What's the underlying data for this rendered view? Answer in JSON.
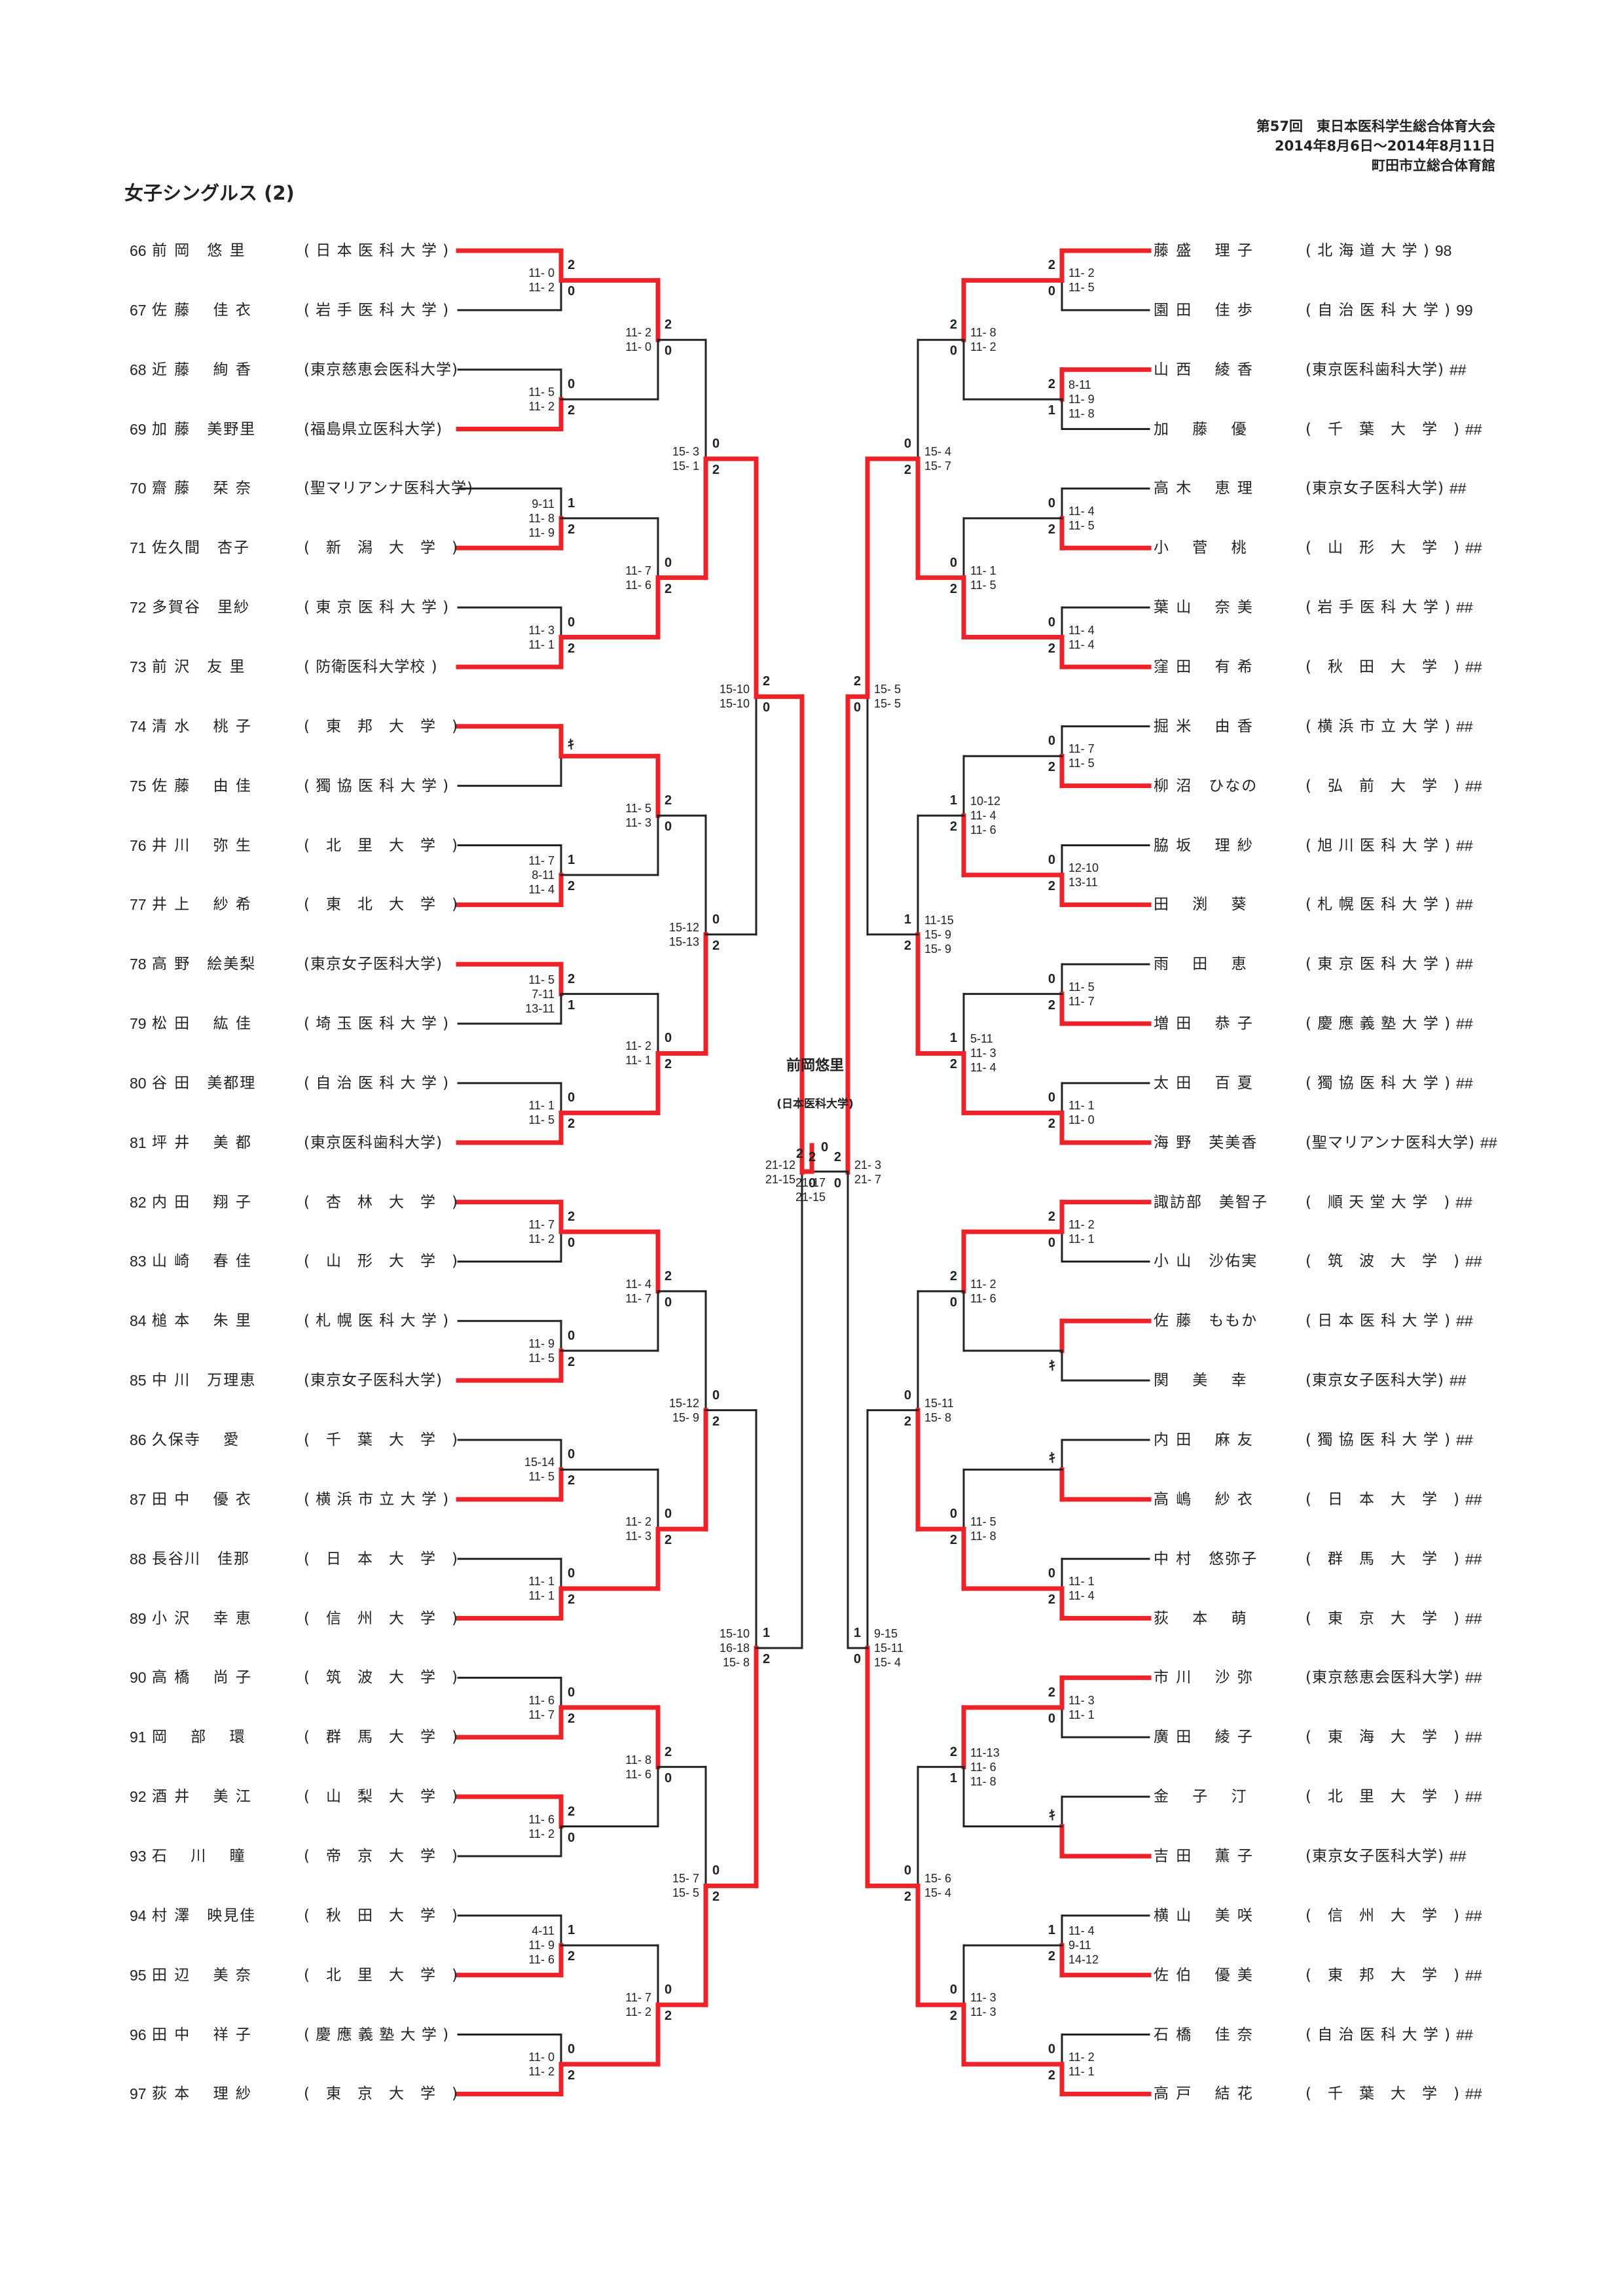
{
  "header": {
    "event": "第57回　東日本医科学生総合体育大会",
    "dates": "2014年8月6日～2014年8月11日",
    "venue": "町田市立総合体育館"
  },
  "title": "女子シングルス (2)",
  "champion": {
    "name": "前岡悠里",
    "school": "(日本医科大学)"
  },
  "colors": {
    "winner_line": "#ee2229",
    "loser_line": "#222222"
  },
  "left_players": [
    {
      "num": "66",
      "name": "前 岡　悠 里",
      "school": "( 日 本 医 科 大 学 )"
    },
    {
      "num": "67",
      "name": "佐 藤　 佳 衣",
      "school": "( 岩 手 医 科 大 学 )"
    },
    {
      "num": "68",
      "name": "近 藤　 絢 香",
      "school": "(東京慈恵会医科大学)"
    },
    {
      "num": "69",
      "name": "加 藤　美野里",
      "school": "(福島県立医科大学)"
    },
    {
      "num": "70",
      "name": "齋 藤　 栞 奈",
      "school": "(聖マリアンナ医科大学)"
    },
    {
      "num": "71",
      "name": "佐久間　杏子",
      "school": "(　新　潟　大　学　)"
    },
    {
      "num": "72",
      "name": "多賀谷　里紗",
      "school": "( 東 京 医 科 大 学 )"
    },
    {
      "num": "73",
      "name": "前 沢　友 里",
      "school": "( 防衛医科大学校 )"
    },
    {
      "num": "74",
      "name": "清 水　 桃 子",
      "school": "(　東　邦　大　学　)"
    },
    {
      "num": "75",
      "name": "佐 藤　 由 佳",
      "school": "( 獨 協 医 科 大 学 )"
    },
    {
      "num": "76",
      "name": "井 川　 弥 生",
      "school": "(　北　里　大　学　)"
    },
    {
      "num": "77",
      "name": "井 上　 紗 希",
      "school": "(　東　北　大　学　)"
    },
    {
      "num": "78",
      "name": "高 野　絵美梨",
      "school": "(東京女子医科大学)"
    },
    {
      "num": "79",
      "name": "松 田　 紘 佳",
      "school": "( 埼 玉 医 科 大 学 )"
    },
    {
      "num": "80",
      "name": "谷 田　美都理",
      "school": "( 自 治 医 科 大 学 )"
    },
    {
      "num": "81",
      "name": "坪 井　 美 都",
      "school": "(東京医科歯科大学)"
    },
    {
      "num": "82",
      "name": "内 田　 翔 子",
      "school": "(　杏　林　大　学　)"
    },
    {
      "num": "83",
      "name": "山 崎　 春 佳",
      "school": "(　山　形　大　学　)"
    },
    {
      "num": "84",
      "name": "槌 本　 朱 里",
      "school": "( 札 幌 医 科 大 学 )"
    },
    {
      "num": "85",
      "name": "中 川　万理恵",
      "school": "(東京女子医科大学)"
    },
    {
      "num": "86",
      "name": "久保寺　 愛",
      "school": "(　千　葉　大　学　)"
    },
    {
      "num": "87",
      "name": "田 中　 優 衣",
      "school": "( 横 浜 市 立 大 学 )"
    },
    {
      "num": "88",
      "name": "長谷川　佳那",
      "school": "(　日　本　大　学　)"
    },
    {
      "num": "89",
      "name": "小 沢　 幸 恵",
      "school": "(　信　州　大　学　)"
    },
    {
      "num": "90",
      "name": "高 橋　 尚 子",
      "school": "(　筑　波　大　学　)"
    },
    {
      "num": "91",
      "name": "岡　 部　 環",
      "school": "(　群　馬　大　学　)"
    },
    {
      "num": "92",
      "name": "酒 井　 美 江",
      "school": "(　山　梨　大　学　)"
    },
    {
      "num": "93",
      "name": "石　 川　 瞳",
      "school": "(　帝　京　大　学　)"
    },
    {
      "num": "94",
      "name": "村 澤　映見佳",
      "school": "(　秋　田　大　学　)"
    },
    {
      "num": "95",
      "name": "田 辺　 美 奈",
      "school": "(　北　里　大　学　)"
    },
    {
      "num": "96",
      "name": "田 中　 祥 子",
      "school": "( 慶 應 義 塾 大 学 )"
    },
    {
      "num": "97",
      "name": "荻 本　 理 紗",
      "school": "(　東　京　大　学　)"
    }
  ],
  "right_players": [
    {
      "num": "98",
      "name": "藤 盛　 理 子",
      "school": "( 北 海 道 大 学 )"
    },
    {
      "num": "99",
      "name": "園 田　 佳 歩",
      "school": "( 自 治 医 科 大 学 )"
    },
    {
      "num": "##",
      "name": "山 西　 綾 香",
      "school": "(東京医科歯科大学)"
    },
    {
      "num": "##",
      "name": "加　 藤　 優",
      "school": "(　千　葉　大　学　)"
    },
    {
      "num": "##",
      "name": "高 木　 恵 理",
      "school": "(東京女子医科大学)"
    },
    {
      "num": "##",
      "name": "小　 菅　 桃",
      "school": "(　山　形　大　学　)"
    },
    {
      "num": "##",
      "name": "葉 山　 奈 美",
      "school": "( 岩 手 医 科 大 学 )"
    },
    {
      "num": "##",
      "name": "窪 田　 有 希",
      "school": "(　秋　田　大　学　)"
    },
    {
      "num": "##",
      "name": "掘 米　 由 香",
      "school": "( 横 浜 市 立 大 学 )"
    },
    {
      "num": "##",
      "name": "柳 沼　ひなの",
      "school": "(　弘　前　大　学　)"
    },
    {
      "num": "##",
      "name": "脇 坂　 理 紗",
      "school": "( 旭 川 医 科 大 学 )"
    },
    {
      "num": "##",
      "name": "田　 渕　 葵",
      "school": "( 札 幌 医 科 大 学 )"
    },
    {
      "num": "##",
      "name": "雨　 田　 恵",
      "school": "( 東 京 医 科 大 学 )"
    },
    {
      "num": "##",
      "name": "増 田　 恭 子",
      "school": "( 慶 應 義 塾 大 学 )"
    },
    {
      "num": "##",
      "name": "太 田　 百 夏",
      "school": "( 獨 協 医 科 大 学 )"
    },
    {
      "num": "##",
      "name": "海 野　芙美香",
      "school": "(聖マリアンナ医科大学)"
    },
    {
      "num": "##",
      "name": "諏訪部　美智子",
      "school": "(　順 天 堂 大 学　)"
    },
    {
      "num": "##",
      "name": "小 山　沙佑実",
      "school": "(　筑　波　大　学　)"
    },
    {
      "num": "##",
      "name": "佐 藤　ももか",
      "school": "( 日 本 医 科 大 学 )"
    },
    {
      "num": "##",
      "name": "関　 美　 幸",
      "school": "(東京女子医科大学)"
    },
    {
      "num": "##",
      "name": "内 田　 麻 友",
      "school": "( 獨 協 医 科 大 学 )"
    },
    {
      "num": "##",
      "name": "高 嶋　 紗 衣",
      "school": "(　日　本　大　学　)"
    },
    {
      "num": "##",
      "name": "中 村　悠弥子",
      "school": "(　群　馬　大　学　)"
    },
    {
      "num": "##",
      "name": "荻　 本　 萌",
      "school": "(　東　京　大　学　)"
    },
    {
      "num": "##",
      "name": "市 川　 沙 弥",
      "school": "(東京慈恵会医科大学)"
    },
    {
      "num": "##",
      "name": "廣 田　 綾 子",
      "school": "(　東　海　大　学　)"
    },
    {
      "num": "##",
      "name": "金　 子　 汀",
      "school": "(　北　里　大　学　)"
    },
    {
      "num": "##",
      "name": "吉 田　 薫 子",
      "school": "(東京女子医科大学)"
    },
    {
      "num": "##",
      "name": "横 山　 美 咲",
      "school": "(　信　州　大　学　)"
    },
    {
      "num": "##",
      "name": "佐 伯　 優 美",
      "school": "(　東　邦　大　学　)"
    },
    {
      "num": "##",
      "name": "石 橋　 佳 奈",
      "school": "( 自 治 医 科 大 学 )"
    },
    {
      "num": "##",
      "name": "高 戸　 結 花",
      "school": "(　千　葉　大　学　)"
    }
  ],
  "left_rounds": [
    [
      {
        "w": 0,
        "gs": [
          "2",
          "0"
        ],
        "scores": [
          "11- 0",
          "11- 2"
        ]
      },
      {
        "w": 1,
        "gs": [
          "0",
          "2"
        ],
        "scores": [
          "11- 5",
          "11- 2"
        ]
      },
      {
        "w": 1,
        "gs": [
          "1",
          "2"
        ],
        "scores": [
          "9-11",
          "11- 8",
          "11- 9"
        ]
      },
      {
        "w": 1,
        "gs": [
          "0",
          "2"
        ],
        "scores": [
          "11- 3",
          "11- 1"
        ]
      },
      {
        "w": 0,
        "gs": [
          "ｷ",
          ""
        ],
        "scores": []
      },
      {
        "w": 1,
        "gs": [
          "1",
          "2"
        ],
        "scores": [
          "11- 7",
          "8-11",
          "11- 4"
        ]
      },
      {
        "w": 0,
        "gs": [
          "2",
          "1"
        ],
        "scores": [
          "11- 5",
          "7-11",
          "13-11"
        ]
      },
      {
        "w": 1,
        "gs": [
          "0",
          "2"
        ],
        "scores": [
          "11- 1",
          "11- 5"
        ]
      },
      {
        "w": 0,
        "gs": [
          "2",
          "0"
        ],
        "scores": [
          "11- 7",
          "11- 2"
        ]
      },
      {
        "w": 1,
        "gs": [
          "0",
          "2"
        ],
        "scores": [
          "11- 9",
          "11- 5"
        ]
      },
      {
        "w": 1,
        "gs": [
          "0",
          "2"
        ],
        "scores": [
          "15-14",
          "11- 5"
        ]
      },
      {
        "w": 1,
        "gs": [
          "0",
          "2"
        ],
        "scores": [
          "11- 1",
          "11- 1"
        ]
      },
      {
        "w": 1,
        "gs": [
          "0",
          "2"
        ],
        "scores": [
          "11- 6",
          "11- 7"
        ]
      },
      {
        "w": 0,
        "gs": [
          "2",
          "0"
        ],
        "scores": [
          "11- 6",
          "11- 2"
        ]
      },
      {
        "w": 1,
        "gs": [
          "1",
          "2"
        ],
        "scores": [
          "4-11",
          "11- 9",
          "11- 6"
        ]
      },
      {
        "w": 1,
        "gs": [
          "0",
          "2"
        ],
        "scores": [
          "11- 0",
          "11- 2"
        ]
      }
    ],
    [
      {
        "w": 0,
        "gs": [
          "2",
          "0"
        ],
        "scores": [
          "11- 2",
          "11- 0"
        ]
      },
      {
        "w": 1,
        "gs": [
          "0",
          "2"
        ],
        "scores": [
          "11- 7",
          "11- 6"
        ]
      },
      {
        "w": 0,
        "gs": [
          "2",
          "0"
        ],
        "scores": [
          "11- 5",
          "11- 3"
        ]
      },
      {
        "w": 1,
        "gs": [
          "0",
          "2"
        ],
        "scores": [
          "11- 2",
          "11- 1"
        ]
      },
      {
        "w": 0,
        "gs": [
          "2",
          "0"
        ],
        "scores": [
          "11- 4",
          "11- 7"
        ]
      },
      {
        "w": 1,
        "gs": [
          "0",
          "2"
        ],
        "scores": [
          "11- 2",
          "11- 3"
        ]
      },
      {
        "w": 0,
        "gs": [
          "2",
          "0"
        ],
        "scores": [
          "11- 8",
          "11- 6"
        ]
      },
      {
        "w": 1,
        "gs": [
          "0",
          "2"
        ],
        "scores": [
          "11- 7",
          "11- 2"
        ]
      }
    ],
    [
      {
        "w": 1,
        "gs": [
          "0",
          "2"
        ],
        "scores": [
          "15- 3",
          "15- 1"
        ]
      },
      {
        "w": 1,
        "gs": [
          "0",
          "2"
        ],
        "scores": [
          "15-12",
          "15-13"
        ]
      },
      {
        "w": 1,
        "gs": [
          "0",
          "2"
        ],
        "scores": [
          "15-12",
          "15- 9"
        ]
      },
      {
        "w": 1,
        "gs": [
          "0",
          "2"
        ],
        "scores": [
          "15- 7",
          "15- 5"
        ]
      }
    ],
    [
      {
        "w": 0,
        "gs": [
          "2",
          "0"
        ],
        "scores": [
          "15-10",
          "15-10"
        ]
      },
      {
        "w": 1,
        "gs": [
          "1",
          "2"
        ],
        "scores": [
          "15-10",
          "16-18",
          "15- 8"
        ]
      }
    ],
    [
      {
        "w": 0,
        "gs": [
          "2",
          "0"
        ],
        "scores": [
          "21-12",
          "21-15"
        ]
      }
    ]
  ],
  "right_rounds": [
    [
      {
        "w": 0,
        "gs": [
          "2",
          "0"
        ],
        "scores": [
          "11- 2",
          "11- 5"
        ]
      },
      {
        "w": 0,
        "gs": [
          "2",
          "1"
        ],
        "scores": [
          "8-11",
          "11- 9",
          "11- 8"
        ]
      },
      {
        "w": 1,
        "gs": [
          "0",
          "2"
        ],
        "scores": [
          "11- 4",
          "11- 5"
        ]
      },
      {
        "w": 1,
        "gs": [
          "0",
          "2"
        ],
        "scores": [
          "11- 4",
          "11- 4"
        ]
      },
      {
        "w": 1,
        "gs": [
          "0",
          "2"
        ],
        "scores": [
          "11- 7",
          "11- 5"
        ]
      },
      {
        "w": 1,
        "gs": [
          "0",
          "2"
        ],
        "scores": [
          "12-10",
          "13-11"
        ]
      },
      {
        "w": 1,
        "gs": [
          "0",
          "2"
        ],
        "scores": [
          "11- 5",
          "11- 7"
        ]
      },
      {
        "w": 1,
        "gs": [
          "0",
          "2"
        ],
        "scores": [
          "11- 1",
          "11- 0"
        ]
      },
      {
        "w": 0,
        "gs": [
          "2",
          "0"
        ],
        "scores": [
          "11- 2",
          "11- 1"
        ]
      },
      {
        "w": 0,
        "gs": [
          "",
          "ｷ"
        ],
        "scores": []
      },
      {
        "w": 1,
        "gs": [
          "ｷ",
          ""
        ],
        "scores": []
      },
      {
        "w": 1,
        "gs": [
          "0",
          "2"
        ],
        "scores": [
          "11- 1",
          "11- 4"
        ]
      },
      {
        "w": 0,
        "gs": [
          "2",
          "0"
        ],
        "scores": [
          "11- 3",
          "11- 1"
        ]
      },
      {
        "w": 1,
        "gs": [
          "ｷ",
          ""
        ],
        "scores": []
      },
      {
        "w": 1,
        "gs": [
          "1",
          "2"
        ],
        "scores": [
          "11- 4",
          "9-11",
          "14-12"
        ]
      },
      {
        "w": 1,
        "gs": [
          "0",
          "2"
        ],
        "scores": [
          "11- 2",
          "11- 1"
        ]
      }
    ],
    [
      {
        "w": 0,
        "gs": [
          "2",
          "0"
        ],
        "scores": [
          "11- 8",
          "11- 2"
        ]
      },
      {
        "w": 1,
        "gs": [
          "0",
          "2"
        ],
        "scores": [
          "11- 1",
          "11- 5"
        ]
      },
      {
        "w": 1,
        "gs": [
          "1",
          "2"
        ],
        "scores": [
          "10-12",
          "11- 4",
          "11- 6"
        ]
      },
      {
        "w": 1,
        "gs": [
          "1",
          "2"
        ],
        "scores": [
          "5-11",
          "11- 3",
          "11- 4"
        ]
      },
      {
        "w": 0,
        "gs": [
          "2",
          "0"
        ],
        "scores": [
          "11- 2",
          "11- 6"
        ]
      },
      {
        "w": 1,
        "gs": [
          "0",
          "2"
        ],
        "scores": [
          "11- 5",
          "11- 8"
        ]
      },
      {
        "w": 0,
        "gs": [
          "2",
          "1"
        ],
        "scores": [
          "11-13",
          "11- 6",
          "11- 8"
        ]
      },
      {
        "w": 1,
        "gs": [
          "0",
          "2"
        ],
        "scores": [
          "11- 3",
          "11- 3"
        ]
      }
    ],
    [
      {
        "w": 1,
        "gs": [
          "0",
          "2"
        ],
        "scores": [
          "15- 4",
          "15- 7"
        ]
      },
      {
        "w": 1,
        "gs": [
          "1",
          "2"
        ],
        "scores": [
          "11-15",
          "15- 9",
          "15- 9"
        ]
      },
      {
        "w": 1,
        "gs": [
          "0",
          "2"
        ],
        "scores": [
          "15-11",
          "15- 8"
        ]
      },
      {
        "w": 1,
        "gs": [
          "0",
          "2"
        ],
        "scores": [
          "15- 6",
          "15- 4"
        ]
      }
    ],
    [
      {
        "w": 0,
        "gs": [
          "2",
          "0"
        ],
        "scores": [
          "15- 5",
          "15- 5"
        ]
      },
      {
        "w": 1,
        "gs": [
          "1",
          "0"
        ],
        "scores": [
          "9-15",
          "15-11",
          "15- 4"
        ]
      }
    ],
    [
      {
        "w": 0,
        "gs": [
          "2",
          "0"
        ],
        "scores": [
          "21- 3",
          "21- 7"
        ]
      }
    ]
  ],
  "final": {
    "w": 0,
    "gs": [
      "2",
      "0"
    ],
    "scores": [
      "21-17",
      "21-15"
    ]
  }
}
